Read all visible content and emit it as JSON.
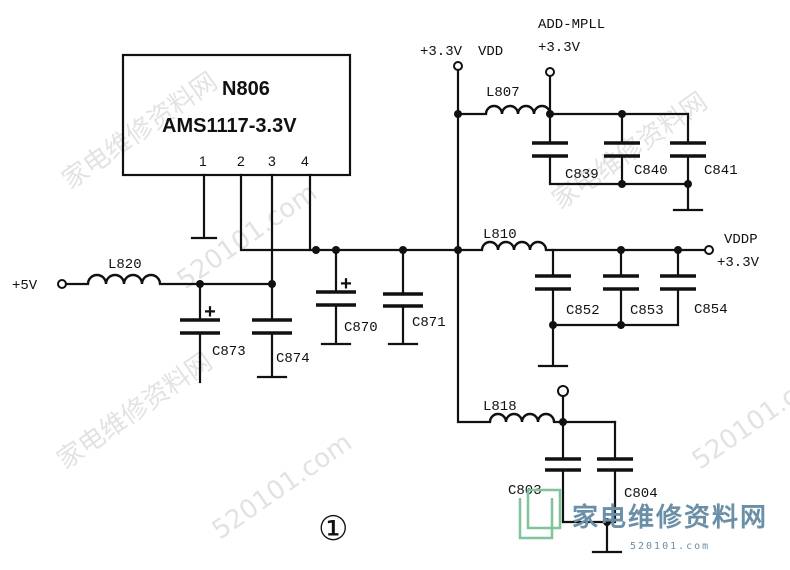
{
  "ic": {
    "ref": "N806",
    "part": "AMS1117-3.3V",
    "pins": [
      "1",
      "2",
      "3",
      "4"
    ]
  },
  "inductors": {
    "l820": "L820",
    "l807": "L807",
    "l810": "L810",
    "l818": "L818"
  },
  "capacitors": {
    "c873": "C873",
    "c874": "C874",
    "c870": "C870",
    "c871": "C871",
    "c839": "C839",
    "c840": "C840",
    "c841": "C841",
    "c852": "C852",
    "c853": "C853",
    "c854": "C854",
    "c803": "C803",
    "c804": "C804"
  },
  "rails": {
    "input": "+5V",
    "vdd_voltage": "+3.3V",
    "vdd_name": "VDD",
    "mpll_name": "ADD-MPLL",
    "mpll_voltage": "+3.3V",
    "vddp_name": "VDDP",
    "vddp_voltage": "+3.3V"
  },
  "polarity_mark": "+",
  "figure_marker": "①",
  "watermark": {
    "text": "家电维修资料网",
    "url": "520101.com"
  },
  "logo": {
    "text": "家电维修资料网",
    "url": "520101.com"
  }
}
